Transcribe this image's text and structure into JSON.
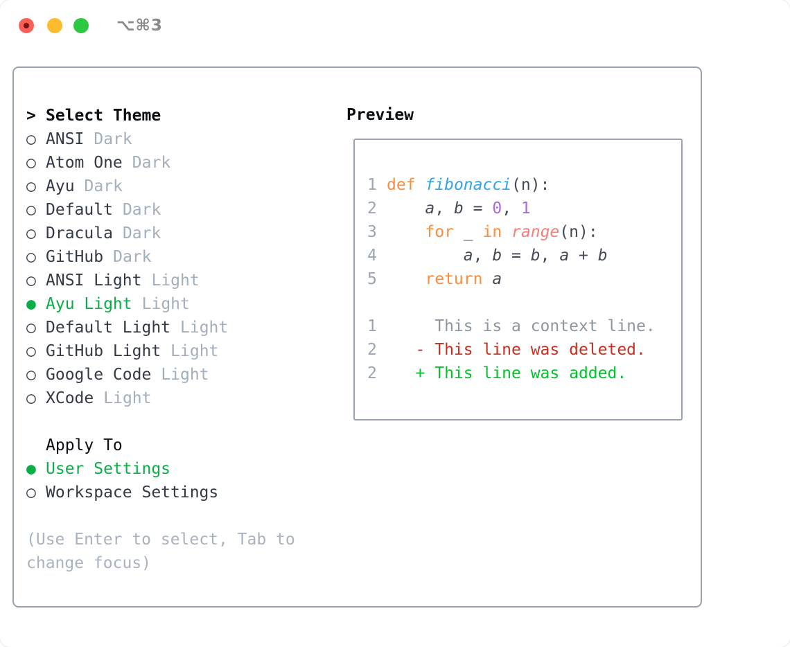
{
  "titlebar": {
    "shortcut": "⌥⌘3"
  },
  "icons": {
    "radio_selected": "●",
    "radio_unselected": "○",
    "caret": ">"
  },
  "theme_panel": {
    "header_prefix": ">",
    "header": "Select Theme",
    "themes": [
      {
        "name": "ANSI",
        "variant": "Dark",
        "selected": false
      },
      {
        "name": "Atom One",
        "variant": "Dark",
        "selected": false
      },
      {
        "name": "Ayu",
        "variant": "Dark",
        "selected": false
      },
      {
        "name": "Default",
        "variant": "Dark",
        "selected": false
      },
      {
        "name": "Dracula",
        "variant": "Dark",
        "selected": false
      },
      {
        "name": "GitHub",
        "variant": "Dark",
        "selected": false
      },
      {
        "name": "ANSI Light",
        "variant": "Light",
        "selected": false
      },
      {
        "name": "Ayu Light",
        "variant": "Light",
        "selected": true
      },
      {
        "name": "Default Light",
        "variant": "Light",
        "selected": false
      },
      {
        "name": "GitHub Light",
        "variant": "Light",
        "selected": false
      },
      {
        "name": "Google Code",
        "variant": "Light",
        "selected": false
      },
      {
        "name": "XCode",
        "variant": "Light",
        "selected": false
      }
    ],
    "apply_header": "Apply To",
    "apply_options": [
      {
        "label": "User Settings",
        "selected": true
      },
      {
        "label": "Workspace Settings",
        "selected": false
      }
    ],
    "hint_line1": "(Use Enter to select, Tab to",
    "hint_line2": "change focus)"
  },
  "preview": {
    "header": "Preview",
    "code_lines": [
      {
        "num": "1",
        "tokens": [
          {
            "t": "def",
            "c": "kw"
          },
          {
            "t": " ",
            "c": "plain"
          },
          {
            "t": "fibonacci",
            "c": "fn"
          },
          {
            "t": "(n):",
            "c": "plain"
          }
        ]
      },
      {
        "num": "2",
        "tokens": [
          {
            "t": "    ",
            "c": "plain"
          },
          {
            "t": "a",
            "c": "var"
          },
          {
            "t": ", ",
            "c": "plain"
          },
          {
            "t": "b",
            "c": "var"
          },
          {
            "t": " = ",
            "c": "plain"
          },
          {
            "t": "0",
            "c": "numlit"
          },
          {
            "t": ", ",
            "c": "plain"
          },
          {
            "t": "1",
            "c": "numlit"
          }
        ]
      },
      {
        "num": "3",
        "tokens": [
          {
            "t": "    ",
            "c": "plain"
          },
          {
            "t": "for",
            "c": "kw"
          },
          {
            "t": " _ ",
            "c": "plain"
          },
          {
            "t": "in",
            "c": "kw"
          },
          {
            "t": " ",
            "c": "plain"
          },
          {
            "t": "range",
            "c": "call"
          },
          {
            "t": "(n):",
            "c": "plain"
          }
        ]
      },
      {
        "num": "4",
        "tokens": [
          {
            "t": "        ",
            "c": "plain"
          },
          {
            "t": "a",
            "c": "var"
          },
          {
            "t": ", ",
            "c": "plain"
          },
          {
            "t": "b",
            "c": "var"
          },
          {
            "t": " = ",
            "c": "plain"
          },
          {
            "t": "b",
            "c": "var"
          },
          {
            "t": ", ",
            "c": "plain"
          },
          {
            "t": "a",
            "c": "var"
          },
          {
            "t": " + ",
            "c": "plain"
          },
          {
            "t": "b",
            "c": "var"
          }
        ]
      },
      {
        "num": "5",
        "tokens": [
          {
            "t": "    ",
            "c": "plain"
          },
          {
            "t": "return",
            "c": "kw"
          },
          {
            "t": " ",
            "c": "plain"
          },
          {
            "t": "a",
            "c": "var"
          }
        ]
      },
      {
        "num": "",
        "tokens": []
      },
      {
        "num": "1",
        "tokens": [
          {
            "t": "     This is a context line.",
            "c": "ctx"
          }
        ]
      },
      {
        "num": "2",
        "tokens": [
          {
            "t": "   - This line was deleted.",
            "c": "del"
          }
        ]
      },
      {
        "num": "2",
        "tokens": [
          {
            "t": "   + This line was added.",
            "c": "add"
          }
        ]
      }
    ]
  },
  "colors": {
    "accent_green": "#0aad47",
    "added_green": "#00c22a",
    "deleted_red": "#c62f21",
    "keyword_orange": "#fa8d3e",
    "function_blue": "#32a3e6",
    "call_coral": "#f3807a",
    "number_purple": "#a76fd4",
    "muted_gray": "#a3aebc",
    "line_number_gray": "#9aa5b1",
    "border_gray": "#99a1ac",
    "traffic_red": "#f96057",
    "traffic_yellow": "#fdbc2f",
    "traffic_green": "#2bc840"
  }
}
